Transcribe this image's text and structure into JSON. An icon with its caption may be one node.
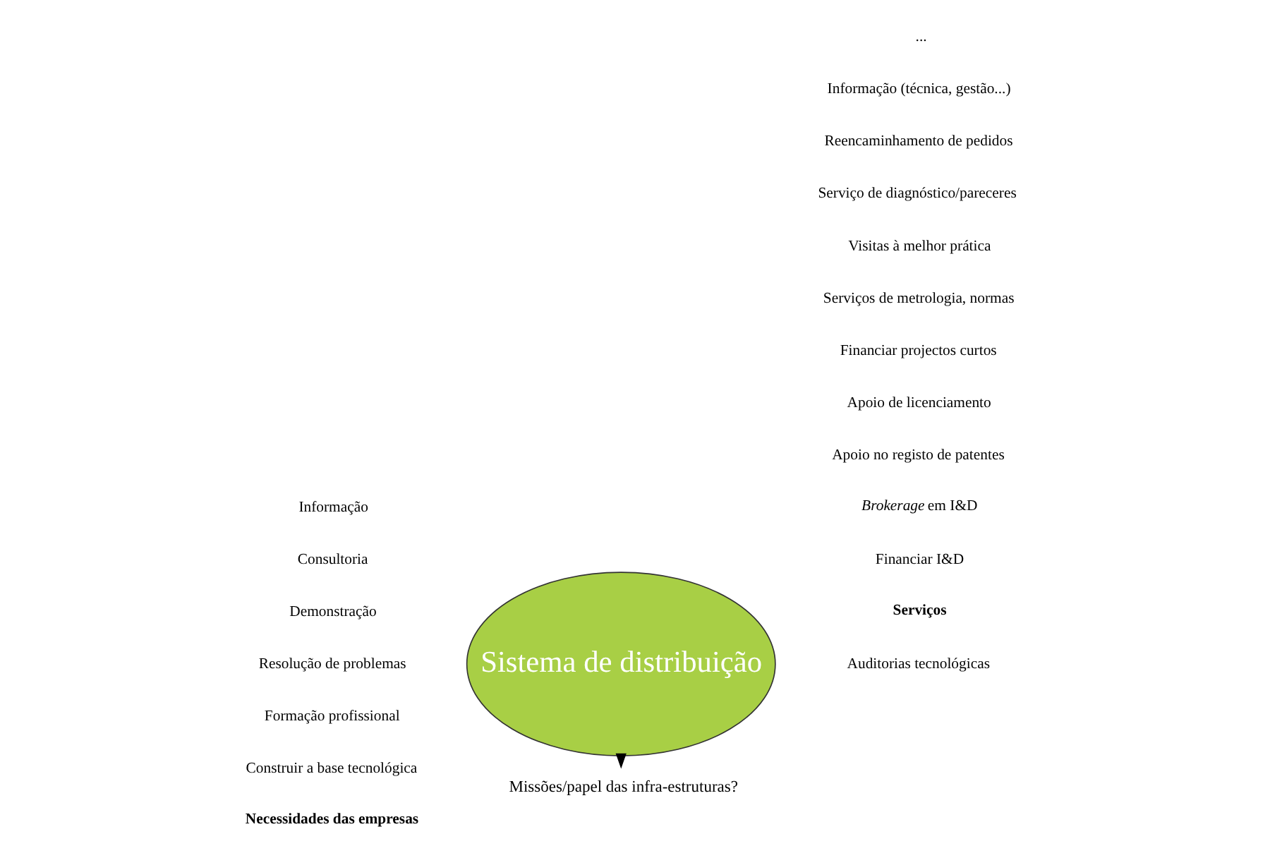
{
  "diagram": {
    "nodes": [
      {
        "text": [
          "Sistema de distribuição"
        ]
      },
      {
        "text": [
          "Missões/papel das infra-estruturas?"
        ]
      }
    ],
    "edges": [
      {
        "from": 0,
        "to": 1,
        "arrow": "to"
      }
    ],
    "labels": [
      "Necessidades das empresas",
      "Construir a base tecnológica",
      "Formação profissional",
      "Resolução de problemas",
      "Demonstração",
      "Consultoria",
      "Informação",
      "Serviços",
      "Financiar I&D",
      "*Brokerage* em I&D",
      "Apoio no registo de patentes",
      "Apoio de licenciamento",
      "Financiar projectos curtos",
      "Auditorias tecnológicas",
      "Serviços de metrologia, normas",
      "Visitas à melhor prática",
      "Serviço de diagnóstico/pareceres",
      "Reencaminhamento de pedidos",
      "Informação (técnica, gestão...)",
      "..."
    ]
  }
}
